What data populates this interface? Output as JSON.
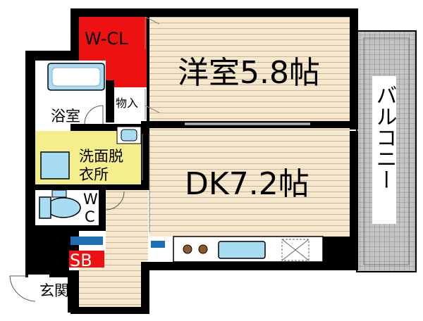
{
  "rooms": {
    "western_room": "洋室5.8帖",
    "dk": "DK7.2帖",
    "walk_in_closet": "W-CL",
    "storage": "物入",
    "bath": "浴室",
    "washroom_line1": "洗面脱",
    "washroom_line2": "衣所",
    "toilet_line1": "W",
    "toilet_line2": "C",
    "shoe_box": "SB",
    "entrance": "玄関",
    "balcony": "バルコニー"
  },
  "colors": {
    "floor": "#f6e7cf",
    "floor_line": "#c8b38f",
    "wall": "#000000",
    "closet": "#ee1111",
    "washroom": "#f5ee8c",
    "fixture": "#a7dcf2",
    "balcony": "#b8b8b8",
    "accent_blue": "#1e6eb4"
  }
}
